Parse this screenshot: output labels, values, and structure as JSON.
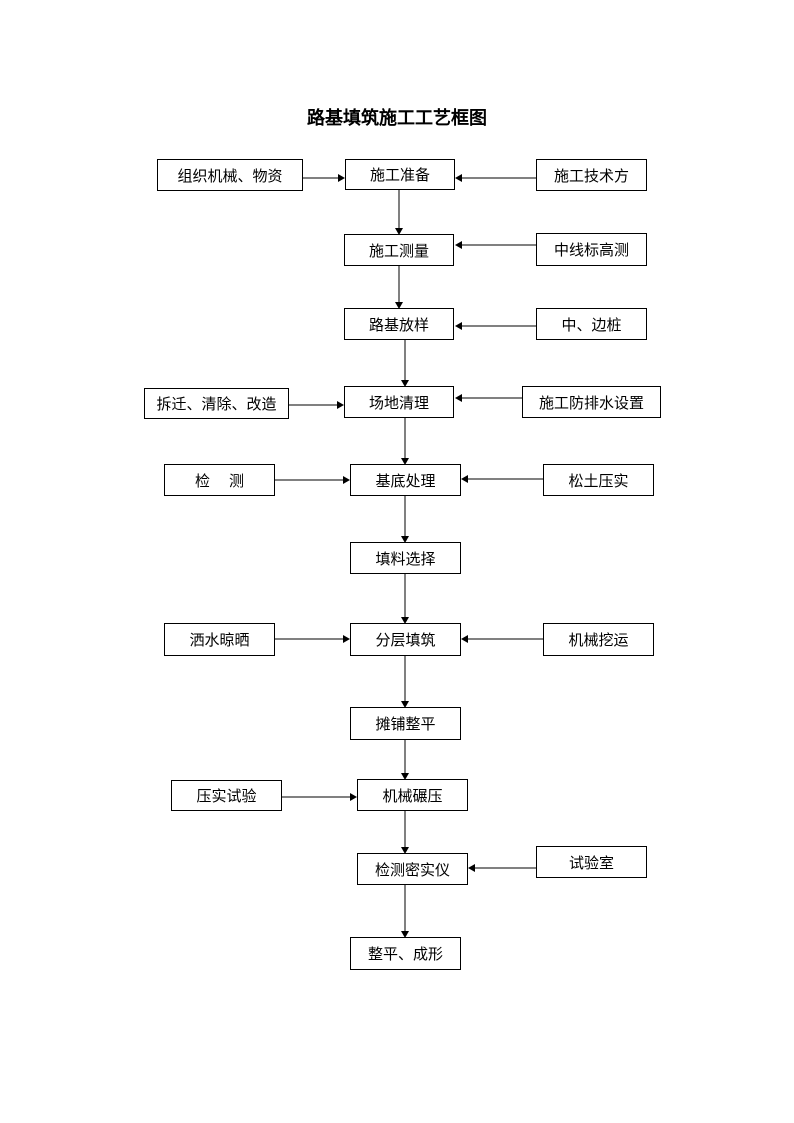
{
  "title": "路基填筑施工工艺框图",
  "main_steps": [
    "施工准备",
    "施工测量",
    "路基放样",
    "场地清理",
    "基底处理",
    "填料选择",
    "分层填筑",
    "摊铺整平",
    "机械碾压",
    "检测密实仪",
    "整平、成形"
  ],
  "left_inputs": {
    "s1": "组织机械、物资",
    "s4": "拆迁、清除、改造",
    "s5": "检    测",
    "s7": "洒水晾晒",
    "s9": "压实试验"
  },
  "right_inputs": {
    "s1": "施工技术方",
    "s2": "中线标高测",
    "s3": "中、边桩",
    "s4": "施工防排水设置",
    "s5": "松土压实",
    "s7": "机械挖运",
    "s10": "试验室"
  }
}
